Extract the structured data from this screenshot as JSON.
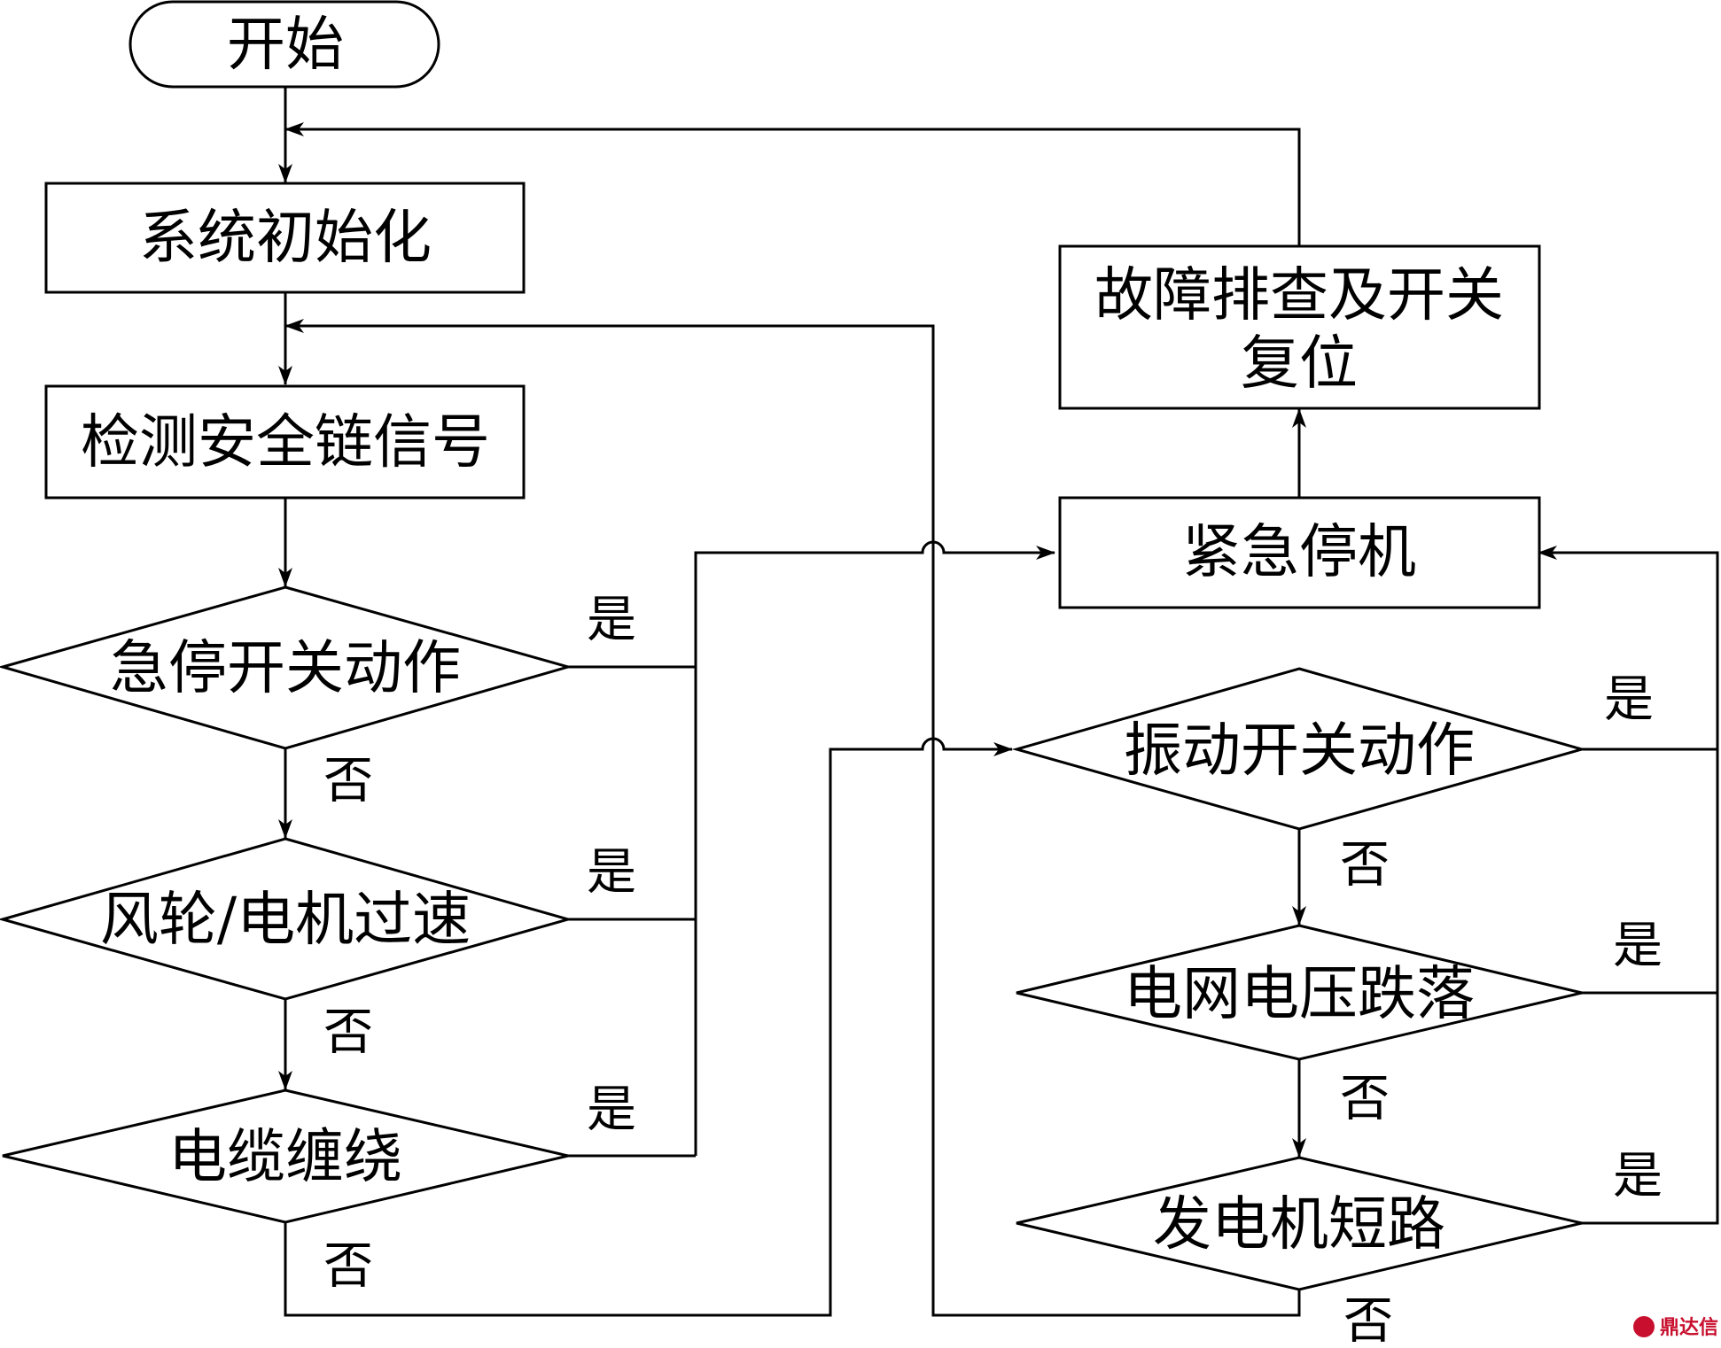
{
  "nodes": {
    "start": "开始",
    "init": "系统初始化",
    "detect": "检测安全链信号",
    "estop_switch": "急停开关动作",
    "overspeed": "风轮/电机过速",
    "cable_twist": "电缆缠绕",
    "emergency_stop": "紧急停机",
    "fault_reset_line1": "故障排查及开关",
    "fault_reset_line2": "复位",
    "vibration": "振动开关动作",
    "voltage_drop": "电网电压跌落",
    "gen_short": "发电机短路"
  },
  "branch": {
    "yes": "是",
    "no": "否"
  },
  "watermark": {
    "text": "鼎达信"
  }
}
